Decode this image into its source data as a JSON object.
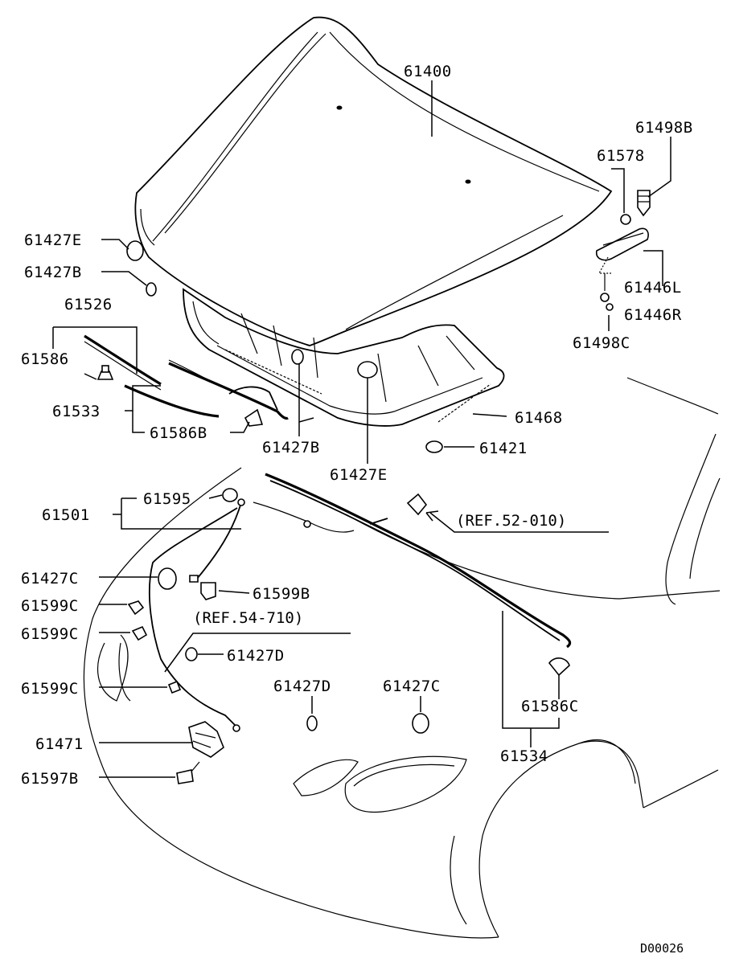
{
  "diagram": {
    "code": "D00026",
    "callouts": [
      {
        "id": "61400",
        "text": "61400"
      },
      {
        "id": "61498B",
        "text": "61498B"
      },
      {
        "id": "61578",
        "text": "61578"
      },
      {
        "id": "61427E-top",
        "text": "61427E"
      },
      {
        "id": "61427B-top",
        "text": "61427B"
      },
      {
        "id": "61526",
        "text": "61526"
      },
      {
        "id": "61586",
        "text": "61586"
      },
      {
        "id": "61533",
        "text": "61533"
      },
      {
        "id": "61586B",
        "text": "61586B"
      },
      {
        "id": "61427B-mid",
        "text": "61427B"
      },
      {
        "id": "61427E-mid",
        "text": "61427E"
      },
      {
        "id": "61446L",
        "text": "61446L"
      },
      {
        "id": "61446R",
        "text": "61446R"
      },
      {
        "id": "61498C",
        "text": "61498C"
      },
      {
        "id": "61468",
        "text": "61468"
      },
      {
        "id": "61421",
        "text": "61421"
      },
      {
        "id": "61595",
        "text": "61595"
      },
      {
        "id": "61501",
        "text": "61501"
      },
      {
        "id": "ref-52-010",
        "text": "(REF.52-010)"
      },
      {
        "id": "61427C-left",
        "text": "61427C"
      },
      {
        "id": "61599B",
        "text": "61599B"
      },
      {
        "id": "61599C-1",
        "text": "61599C"
      },
      {
        "id": "ref-54-710",
        "text": "(REF.54-710)"
      },
      {
        "id": "61599C-2",
        "text": "61599C"
      },
      {
        "id": "61427D-1",
        "text": "61427D"
      },
      {
        "id": "61599C-3",
        "text": "61599C"
      },
      {
        "id": "61427D-2",
        "text": "61427D"
      },
      {
        "id": "61427C-2",
        "text": "61427C"
      },
      {
        "id": "61586C",
        "text": "61586C"
      },
      {
        "id": "61471",
        "text": "61471"
      },
      {
        "id": "61534",
        "text": "61534"
      },
      {
        "id": "61597B",
        "text": "61597B"
      }
    ]
  }
}
